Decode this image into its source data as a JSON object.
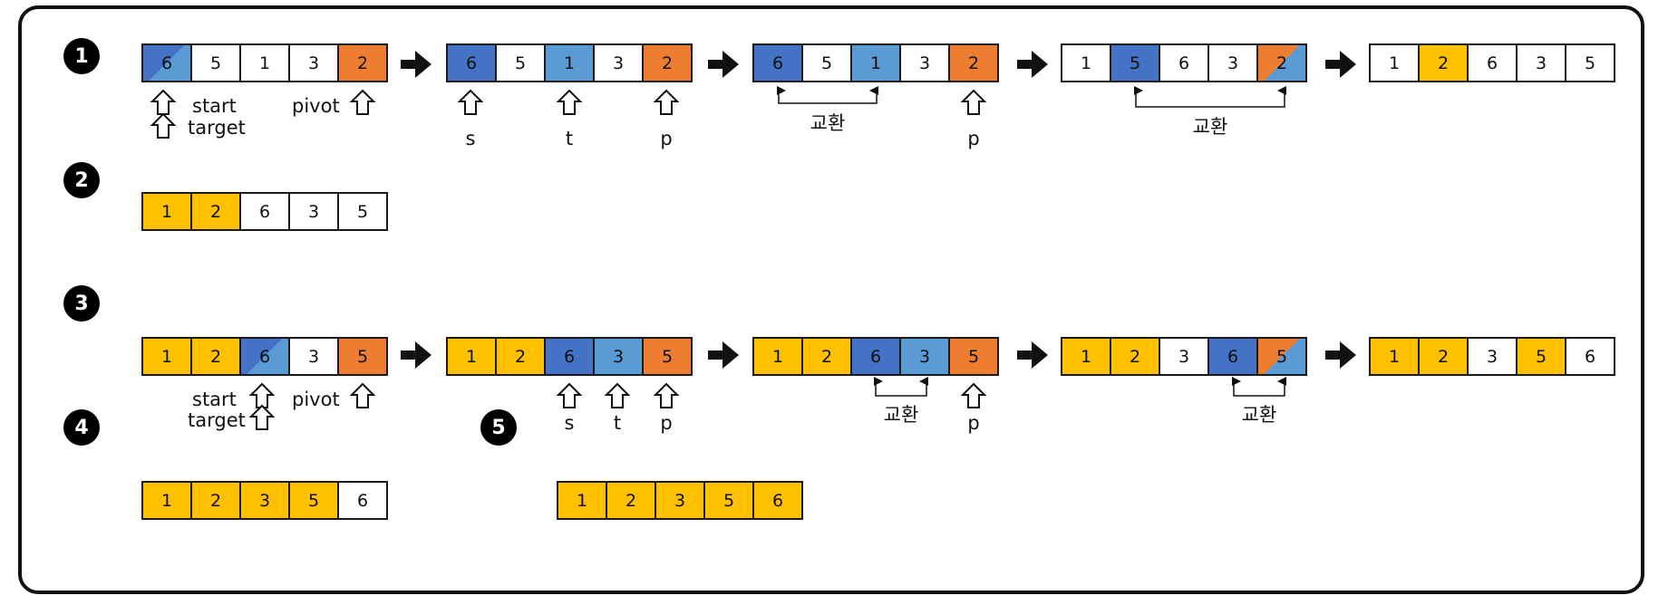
{
  "badges": [
    "1",
    "2",
    "3",
    "4",
    "5"
  ],
  "labels": {
    "start": "start",
    "target": "target",
    "pivot": "pivot",
    "s": "s",
    "t": "t",
    "p": "p",
    "swap": "교환"
  },
  "colors": {
    "yellow": "#FFC000",
    "dark_blue": "#4472C4",
    "light_blue": "#5B9BD5",
    "orange": "#ED7D31",
    "white": "#FFFFFF"
  },
  "rows": {
    "row1": {
      "arrays": [
        {
          "cells": [
            {
              "v": "6",
              "c": "dark_light"
            },
            {
              "v": "5",
              "c": "white"
            },
            {
              "v": "1",
              "c": "white"
            },
            {
              "v": "3",
              "c": "white"
            },
            {
              "v": "2",
              "c": "orange"
            }
          ]
        },
        {
          "cells": [
            {
              "v": "6",
              "c": "dark_blue"
            },
            {
              "v": "5",
              "c": "white"
            },
            {
              "v": "1",
              "c": "light_blue"
            },
            {
              "v": "3",
              "c": "white"
            },
            {
              "v": "2",
              "c": "orange"
            }
          ]
        },
        {
          "cells": [
            {
              "v": "6",
              "c": "dark_blue"
            },
            {
              "v": "5",
              "c": "white"
            },
            {
              "v": "1",
              "c": "light_blue"
            },
            {
              "v": "3",
              "c": "white"
            },
            {
              "v": "2",
              "c": "orange"
            }
          ]
        },
        {
          "cells": [
            {
              "v": "1",
              "c": "white"
            },
            {
              "v": "5",
              "c": "dark_blue"
            },
            {
              "v": "6",
              "c": "white"
            },
            {
              "v": "3",
              "c": "white"
            },
            {
              "v": "2",
              "c": "orange_light"
            }
          ]
        },
        {
          "cells": [
            {
              "v": "1",
              "c": "white"
            },
            {
              "v": "2",
              "c": "yellow"
            },
            {
              "v": "6",
              "c": "white"
            },
            {
              "v": "3",
              "c": "white"
            },
            {
              "v": "5",
              "c": "white"
            }
          ]
        }
      ]
    },
    "row2": {
      "arrays": [
        {
          "cells": [
            {
              "v": "1",
              "c": "yellow"
            },
            {
              "v": "2",
              "c": "yellow"
            },
            {
              "v": "6",
              "c": "white"
            },
            {
              "v": "3",
              "c": "white"
            },
            {
              "v": "5",
              "c": "white"
            }
          ]
        }
      ]
    },
    "row3": {
      "arrays": [
        {
          "cells": [
            {
              "v": "1",
              "c": "yellow"
            },
            {
              "v": "2",
              "c": "yellow"
            },
            {
              "v": "6",
              "c": "dark_light"
            },
            {
              "v": "3",
              "c": "white"
            },
            {
              "v": "5",
              "c": "orange"
            }
          ]
        },
        {
          "cells": [
            {
              "v": "1",
              "c": "yellow"
            },
            {
              "v": "2",
              "c": "yellow"
            },
            {
              "v": "6",
              "c": "dark_blue"
            },
            {
              "v": "3",
              "c": "light_blue"
            },
            {
              "v": "5",
              "c": "orange"
            }
          ]
        },
        {
          "cells": [
            {
              "v": "1",
              "c": "yellow"
            },
            {
              "v": "2",
              "c": "yellow"
            },
            {
              "v": "6",
              "c": "dark_blue"
            },
            {
              "v": "3",
              "c": "light_blue"
            },
            {
              "v": "5",
              "c": "orange"
            }
          ]
        },
        {
          "cells": [
            {
              "v": "1",
              "c": "yellow"
            },
            {
              "v": "2",
              "c": "yellow"
            },
            {
              "v": "3",
              "c": "white"
            },
            {
              "v": "6",
              "c": "dark_blue"
            },
            {
              "v": "5",
              "c": "orange_light"
            }
          ]
        },
        {
          "cells": [
            {
              "v": "1",
              "c": "yellow"
            },
            {
              "v": "2",
              "c": "yellow"
            },
            {
              "v": "3",
              "c": "white"
            },
            {
              "v": "5",
              "c": "yellow"
            },
            {
              "v": "6",
              "c": "white"
            }
          ]
        }
      ]
    },
    "row4": {
      "arrays": [
        {
          "cells": [
            {
              "v": "1",
              "c": "yellow"
            },
            {
              "v": "2",
              "c": "yellow"
            },
            {
              "v": "3",
              "c": "yellow"
            },
            {
              "v": "5",
              "c": "yellow"
            },
            {
              "v": "6",
              "c": "white"
            }
          ]
        }
      ]
    },
    "row5": {
      "arrays": [
        {
          "cells": [
            {
              "v": "1",
              "c": "yellow"
            },
            {
              "v": "2",
              "c": "yellow"
            },
            {
              "v": "3",
              "c": "yellow"
            },
            {
              "v": "5",
              "c": "yellow"
            },
            {
              "v": "6",
              "c": "yellow"
            }
          ]
        }
      ]
    }
  }
}
